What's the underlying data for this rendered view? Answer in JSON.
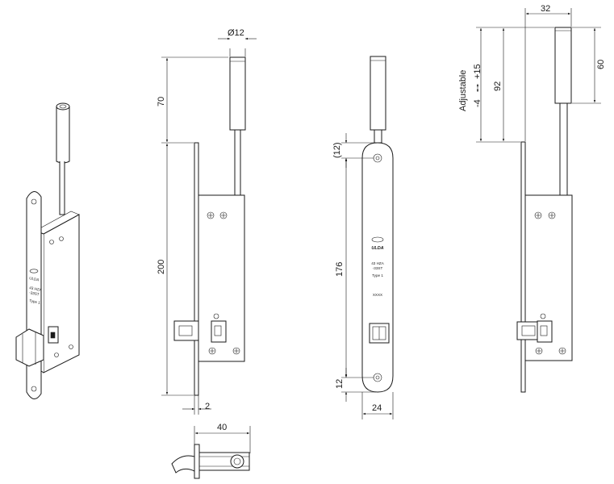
{
  "dimensions": {
    "dia_top": "Ø12",
    "rod_length": "70",
    "body_length": "200",
    "plate_thickness": "2",
    "depth": "40",
    "top_offset": "(12)",
    "hole_spacing": "176",
    "bottom_offset": "12",
    "plate_width": "24",
    "adjustable_label": "Adjustable",
    "adjust_minus": "-4",
    "adjust_plus": "+15",
    "rod_height": "92",
    "cap_width": "32",
    "cap_height": "60"
  },
  "plate_labels": {
    "logo": "ULDA",
    "model_line1": "43 HZA",
    "model_line2": "-33ST",
    "type": "Type 1",
    "code": "XXXX"
  }
}
